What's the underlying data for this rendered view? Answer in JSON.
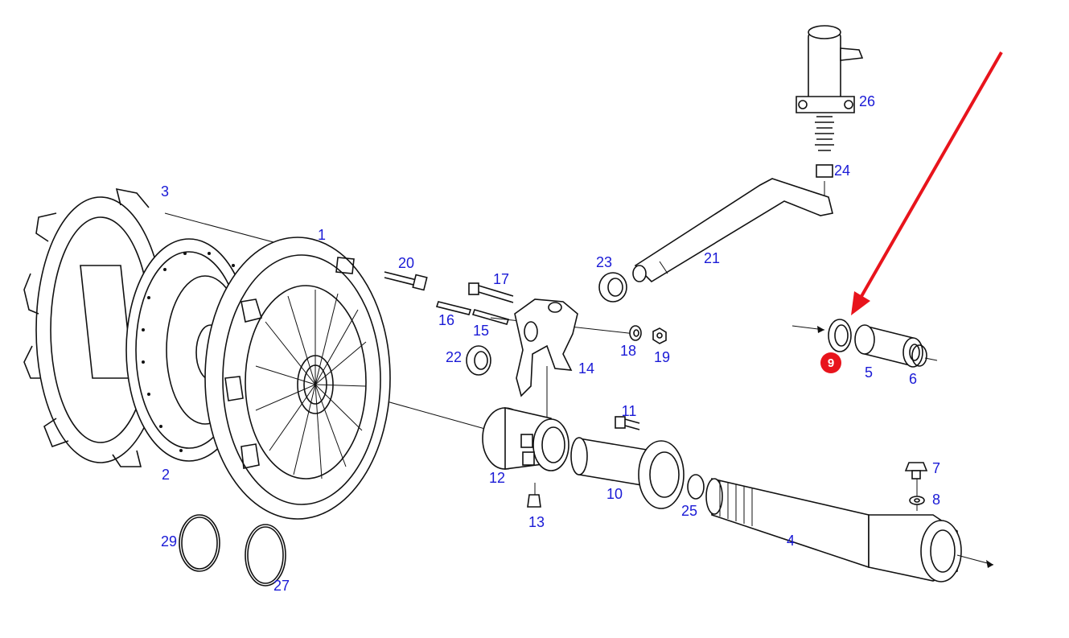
{
  "diagram": {
    "callouts": [
      {
        "id": "c1",
        "text": "1"
      },
      {
        "id": "c2",
        "text": "2"
      },
      {
        "id": "c3",
        "text": "3"
      },
      {
        "id": "c4",
        "text": "4"
      },
      {
        "id": "c5",
        "text": "5"
      },
      {
        "id": "c6",
        "text": "6"
      },
      {
        "id": "c7",
        "text": "7"
      },
      {
        "id": "c8",
        "text": "8"
      },
      {
        "id": "c9",
        "text": "9"
      },
      {
        "id": "c10",
        "text": "10"
      },
      {
        "id": "c11",
        "text": "11"
      },
      {
        "id": "c12",
        "text": "12"
      },
      {
        "id": "c13",
        "text": "13"
      },
      {
        "id": "c14",
        "text": "14"
      },
      {
        "id": "c15",
        "text": "15"
      },
      {
        "id": "c16",
        "text": "16"
      },
      {
        "id": "c17",
        "text": "17"
      },
      {
        "id": "c18",
        "text": "18"
      },
      {
        "id": "c19",
        "text": "19"
      },
      {
        "id": "c20",
        "text": "20"
      },
      {
        "id": "c21",
        "text": "21"
      },
      {
        "id": "c22",
        "text": "22"
      },
      {
        "id": "c23",
        "text": "23"
      },
      {
        "id": "c24",
        "text": "24"
      },
      {
        "id": "c25",
        "text": "25"
      },
      {
        "id": "c26",
        "text": "26"
      },
      {
        "id": "c27",
        "text": "27"
      },
      {
        "id": "c29",
        "text": "29"
      }
    ],
    "highlighted_part": "9",
    "colors": {
      "callout_text": "#1a1ad6",
      "highlight_arrow": "#e8141c",
      "highlight_badge": "#e8141c",
      "line_art": "#111111"
    }
  }
}
